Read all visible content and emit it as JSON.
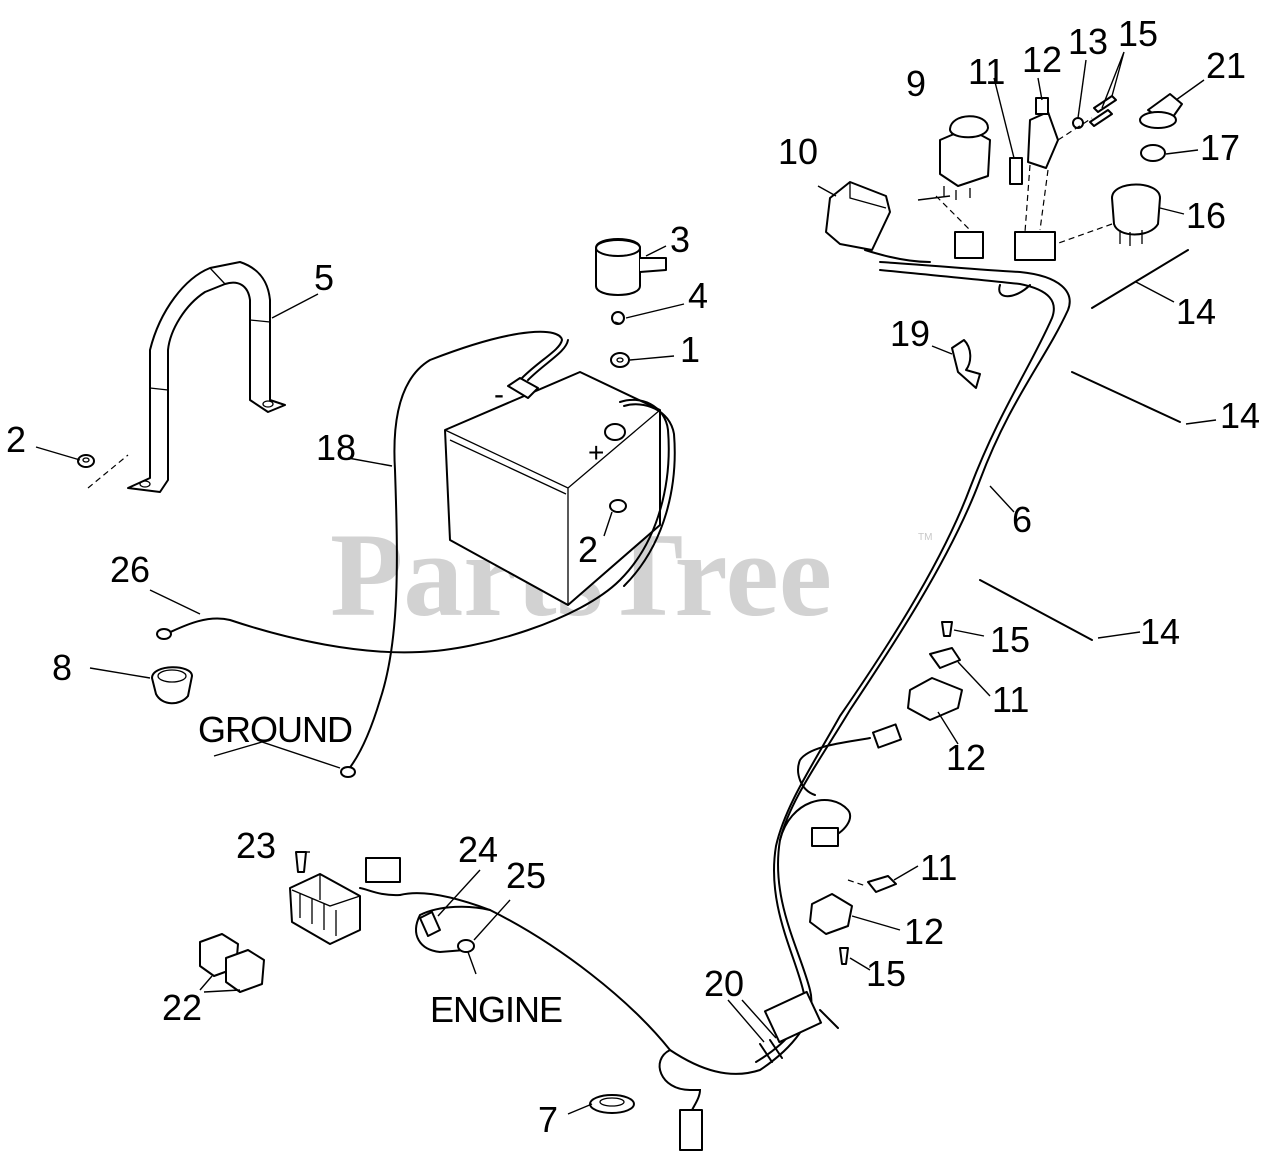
{
  "watermark": {
    "text": "PartsTree",
    "trademark": "TM"
  },
  "labels": {
    "ground": "GROUND",
    "engine": "ENGINE",
    "battery_neg": "-",
    "battery_pos": "+"
  },
  "callouts": {
    "c1": "1",
    "c2a": "2",
    "c2b": "2",
    "c3": "3",
    "c4": "4",
    "c5": "5",
    "c6": "6",
    "c7": "7",
    "c8": "8",
    "c9": "9",
    "c10": "10",
    "c11a": "11",
    "c11b": "11",
    "c11c": "11",
    "c12a": "12",
    "c12b": "12",
    "c12c": "12",
    "c13": "13",
    "c14a": "14",
    "c14b": "14",
    "c14c": "14",
    "c15a": "15",
    "c15b": "15",
    "c15c": "15",
    "c16": "16",
    "c17": "17",
    "c18": "18",
    "c19": "19",
    "c20": "20",
    "c21": "21",
    "c22": "22",
    "c23": "23",
    "c24": "24",
    "c25": "25",
    "c26": "26"
  }
}
